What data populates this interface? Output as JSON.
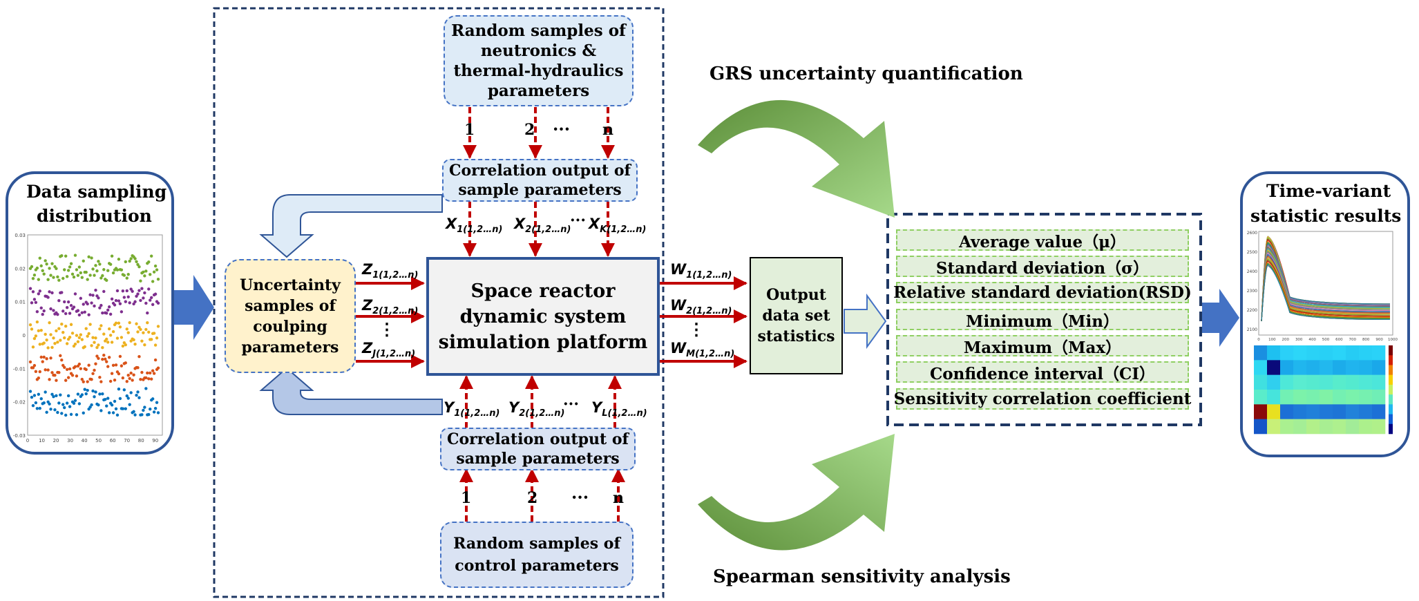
{
  "left_panel": {
    "title_line1": "Data sampling",
    "title_line2": "distribution",
    "scatter": {
      "y_ticks": [
        "0.03",
        "0.02",
        "0.01",
        "0",
        "-0.01",
        "-0.02",
        "-0.03"
      ],
      "x_ticks": [
        "0",
        "10",
        "20",
        "30",
        "40",
        "50",
        "60",
        "70",
        "80",
        "90"
      ],
      "series_colors": [
        "#77ac30",
        "#7e2f8e",
        "#edb120",
        "#d95319",
        "#0072bd"
      ],
      "series_levels": [
        0.02,
        0.01,
        0.0,
        -0.01,
        -0.02
      ]
    }
  },
  "top_random_samples": {
    "line1": "Random samples of",
    "line2": "neutronics &",
    "line3": "thermal-hydraulics",
    "line4": "parameters"
  },
  "top_indices": {
    "i1": "1",
    "i2": "2",
    "dots": "···",
    "in": "n"
  },
  "top_correlation": {
    "line1": "Correlation output of",
    "line2": "sample parameters"
  },
  "x_vars": {
    "x1": "X",
    "x1_sub": "1(1,2…n)",
    "x2": "X",
    "x2_sub": "2(1,2…n)",
    "dots": "···",
    "xk": "X",
    "xk_sub": "K(1,2…n)"
  },
  "coupling_box": {
    "line1": "Uncertainty",
    "line2": "samples of",
    "line3": "coulping",
    "line4": "parameters"
  },
  "z_vars": {
    "z1": "Z",
    "z1_sub": "1(1,2…n)",
    "z2": "Z",
    "z2_sub": "2(1,2…n)",
    "dots": "⋮",
    "zj": "Z",
    "zj_sub": "J(1,2…n)"
  },
  "platform_box": {
    "line1": "Space reactor",
    "line2": "dynamic system",
    "line3": "simulation platform"
  },
  "w_vars": {
    "w1": "W",
    "w1_sub": "1(1,2…n)",
    "w2": "W",
    "w2_sub": "2(1,2…n)",
    "dots": "⋮",
    "wm": "W",
    "wm_sub": "M(1,2…n)"
  },
  "output_box": {
    "line1": "Output",
    "line2": "data set",
    "line3": "statistics"
  },
  "y_vars": {
    "y1": "Y",
    "y1_sub": "1(1,2…n)",
    "y2": "Y",
    "y2_sub": "2(1,2…n)",
    "dots": "···",
    "yl": "Y",
    "yl_sub": "L(1,2…n)"
  },
  "bottom_correlation": {
    "line1": "Correlation output of",
    "line2": "sample parameters"
  },
  "bottom_indices": {
    "i1": "1",
    "i2": "2",
    "dots": "···",
    "in": "n"
  },
  "bottom_random_samples": {
    "line1": "Random samples of",
    "line2": "control parameters"
  },
  "grs_label": "GRS uncertainty quantification",
  "spearman_label": "Spearman sensitivity analysis",
  "stats": [
    "Average value（μ）",
    "Standard deviation（σ）",
    "Relative standard deviation(RSD)",
    "Minimum（Min）",
    "Maximum（Max）",
    "Confidence interval（CI）",
    "Sensitivity correlation coefficient"
  ],
  "right_panel": {
    "title_line1": "Time-variant",
    "title_line2": "statistic results",
    "line_chart": {
      "y_ticks": [
        "2600",
        "2500",
        "2400",
        "2300",
        "2200",
        "2100"
      ],
      "x_ticks": [
        "0",
        "100",
        "200",
        "300",
        "400",
        "500",
        "600",
        "700",
        "800",
        "900",
        "1000"
      ]
    },
    "heatmap": {
      "rows": 6,
      "cols": 10,
      "colors": [
        [
          "#1a8fe0",
          "#1ec0f0",
          "#2ad0f8",
          "#2cd6f8",
          "#2ad2f6",
          "#28d0f6",
          "#2ad4f8",
          "#26ccf4",
          "#28d0f6",
          "#2ad2f8"
        ],
        [
          "#2ed8f2",
          "#0a0a7a",
          "#1aa8ea",
          "#20b6ee",
          "#1eb0ec",
          "#22b8ee",
          "#1cacea",
          "#20b4ee",
          "#1eb2ec",
          "#1aa8ea"
        ],
        [
          "#40e0e0",
          "#30cfee",
          "#4ee8d8",
          "#5aecd0",
          "#56eacf",
          "#52e8d4",
          "#58eccc",
          "#54eacf",
          "#50e8d6",
          "#4ce6da"
        ],
        [
          "#5aecca",
          "#46e4dc",
          "#72f0b4",
          "#7cf2aa",
          "#78f0ae",
          "#80f2a6",
          "#74f0b2",
          "#7af2ac",
          "#76f0b0",
          "#70eeb6"
        ],
        [
          "#8a0a0a",
          "#e8e020",
          "#1c6fd6",
          "#1e7ad8",
          "#2080da",
          "#1f78d8",
          "#1d74d6",
          "#2182da",
          "#1f7ad8",
          "#1c70d6"
        ],
        [
          "#1456c8",
          "#c8f078",
          "#aaf090",
          "#a4ee96",
          "#b2f08a",
          "#a8ee92",
          "#aef08e",
          "#a2ec98",
          "#acf08c",
          "#b0f08a"
        ]
      ],
      "colorbar": [
        "#7a0000",
        "#d42000",
        "#f08000",
        "#f8d000",
        "#c8f060",
        "#60e8c0",
        "#20b8f0",
        "#1060d8",
        "#000080"
      ]
    }
  },
  "colors": {
    "red_arrow": "#c00000",
    "blue_arrow": "#4472c4",
    "green_arc": "#8fcf62",
    "panel_border": "#2f5597",
    "dashed_border": "#1f3864"
  }
}
